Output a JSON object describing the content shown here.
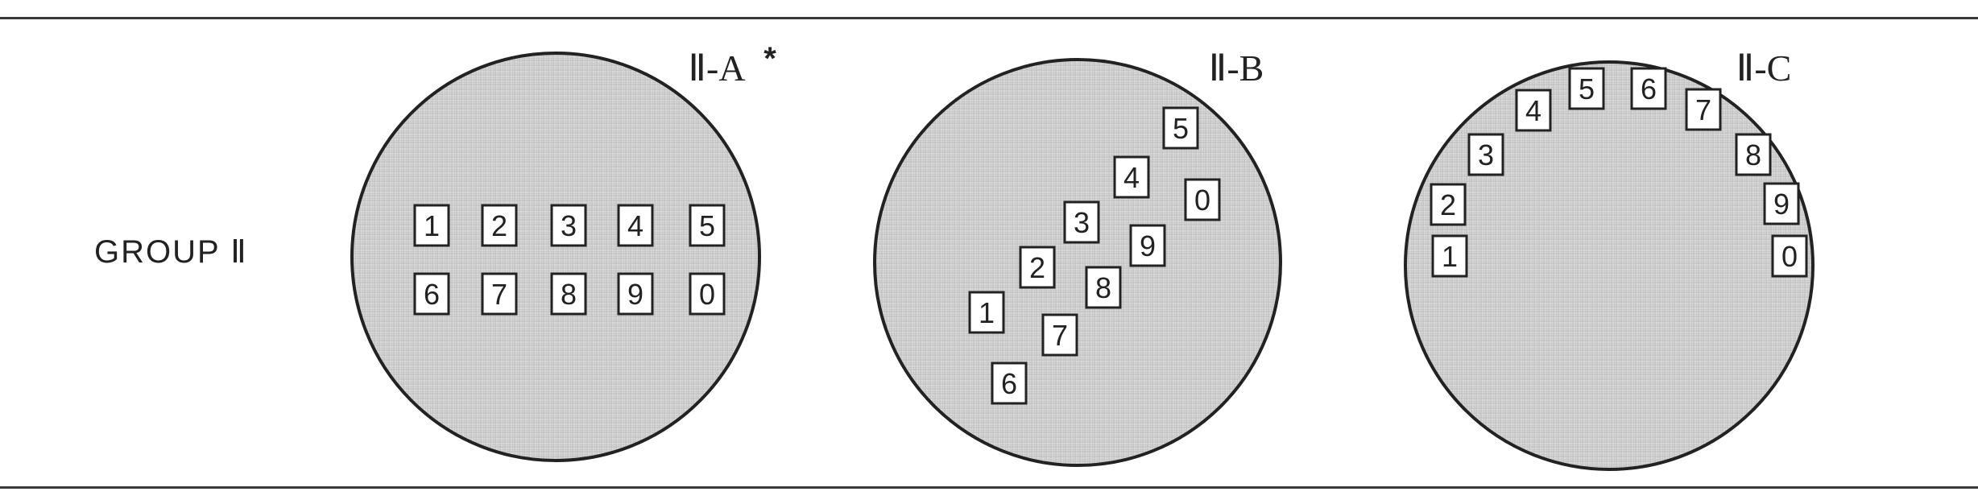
{
  "group_label": "GROUP Ⅱ",
  "panels": [
    {
      "title": "Ⅱ-A",
      "title_mark": "*",
      "keys": [
        "1",
        "2",
        "3",
        "4",
        "5",
        "6",
        "7",
        "8",
        "9",
        "0"
      ]
    },
    {
      "title": "Ⅱ-B",
      "title_mark": "",
      "keys": [
        "5",
        "4",
        "0",
        "3",
        "9",
        "2",
        "8",
        "1",
        "7",
        "6"
      ]
    },
    {
      "title": "Ⅱ-C",
      "title_mark": "",
      "keys": [
        "5",
        "6",
        "4",
        "7",
        "3",
        "8",
        "2",
        "9",
        "1",
        "0"
      ]
    }
  ],
  "colors": {
    "line": "#222222",
    "fill": "#d6d6d6",
    "key_fill": "#ffffff"
  }
}
